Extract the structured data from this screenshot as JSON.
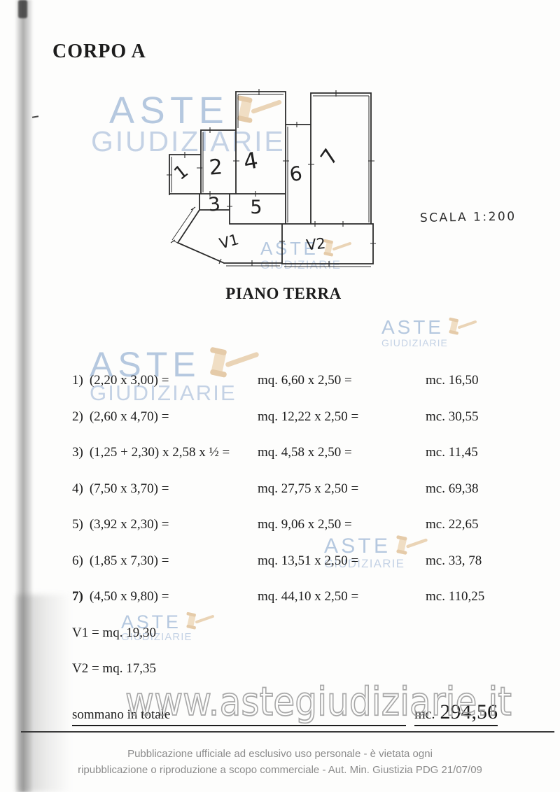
{
  "document": {
    "title": "CORPO A",
    "plan": {
      "caption": "PIANO TERRA",
      "scale_label": "SCALA 1:200",
      "room_labels": [
        "1",
        "2",
        "3",
        "4",
        "5",
        "6",
        "7"
      ],
      "area_labels": [
        "V1",
        "V2"
      ]
    },
    "watermark": {
      "line1": "ASTE",
      "line2": "GIUDIZIARIE",
      "url": "www.astegiudiziarie.it"
    },
    "calc": {
      "rows": [
        {
          "num": "1)",
          "formula": "(2,20 x 3,00) =",
          "mq": "mq. 6,60 x 2,50 =",
          "mc": "mc. 16,50"
        },
        {
          "num": "2)",
          "formula": "(2,60 x 4,70) =",
          "mq": "mq. 12,22 x 2,50 =",
          "mc": "mc. 30,55"
        },
        {
          "num": "3)",
          "formula": "(1,25 + 2,30) x 2,58 x ½ =",
          "mq": "mq. 4,58 x 2,50 =",
          "mc": "mc. 11,45"
        },
        {
          "num": "4)",
          "formula": "(7,50 x 3,70) =",
          "mq": "mq. 27,75 x 2,50 =",
          "mc": "mc. 69,38"
        },
        {
          "num": "5)",
          "formula": "(3,92 x 2,30) =",
          "mq": "mq. 9,06 x 2,50 =",
          "mc": "mc. 22,65"
        },
        {
          "num": "6)",
          "formula": "(1,85 x 7,30) =",
          "mq": "mq. 13,51 x 2,50 =",
          "mc": "mc. 33, 78"
        },
        {
          "num": "7)",
          "formula": "(4,50 x 9,80) =",
          "mq": "mq. 44,10 x 2,50 =",
          "mc": "mc. 110,25"
        }
      ],
      "v1": "V1 = mq. 19,30",
      "v2": "V2 = mq. 17,35",
      "total_label": "sommano in totale",
      "total_unit": "mc.",
      "total_value": "294,56"
    },
    "footer": {
      "line1": "Pubblicazione ufficiale ad esclusivo uso personale - è vietata ogni",
      "line2": "ripubblicazione o riproduzione a scopo commerciale - Aut. Min. Giustizia PDG 21/07/09"
    },
    "colors": {
      "watermark_blue": "#aec3dc",
      "gavel_tan": "#e9d0ae",
      "url_outline": "#9a9a9a",
      "footer_gray": "#8b8b8b",
      "ink": "#1c1c1c"
    }
  }
}
